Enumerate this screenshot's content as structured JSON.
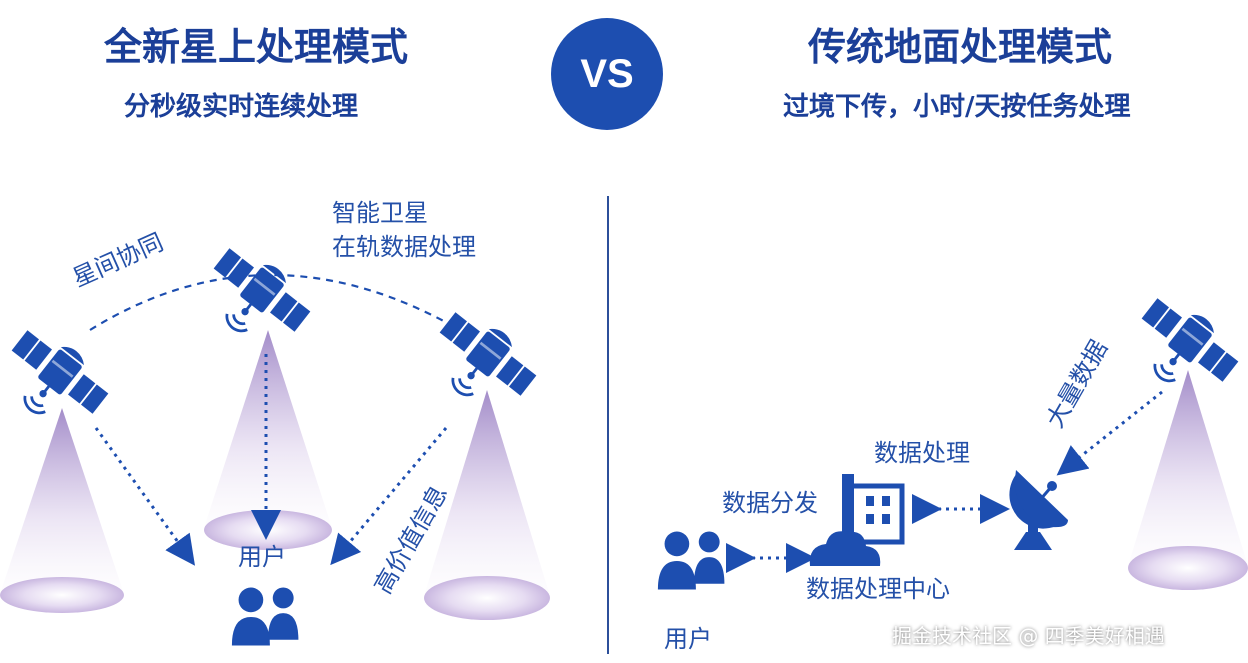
{
  "left": {
    "title": "全新星上处理模式",
    "subtitle": "分秒级实时连续处理",
    "label_smart_satellite_line1": "智能卫星",
    "label_smart_satellite_line2": "在轨数据处理",
    "label_inter_satellite": "星间协同",
    "label_high_value": "高价值信息",
    "label_user": "用户"
  },
  "vs_label": "VS",
  "right": {
    "title": "传统地面处理模式",
    "subtitle": "过境下传，小时/天按任务处理",
    "label_massive_data": "大量数据",
    "label_data_processing": "数据处理",
    "label_data_distribution": "数据分发",
    "label_data_center": "数据处理中心",
    "label_user": "用户"
  },
  "watermark": "掘金技术社区 @ 四季美好相遇",
  "colors": {
    "primary": "#1d4eb0",
    "text": "#1b3f98",
    "beam_top": "#c8b6dc",
    "beam_bottom": "#ffffff",
    "spot": "#d6c8e8"
  }
}
